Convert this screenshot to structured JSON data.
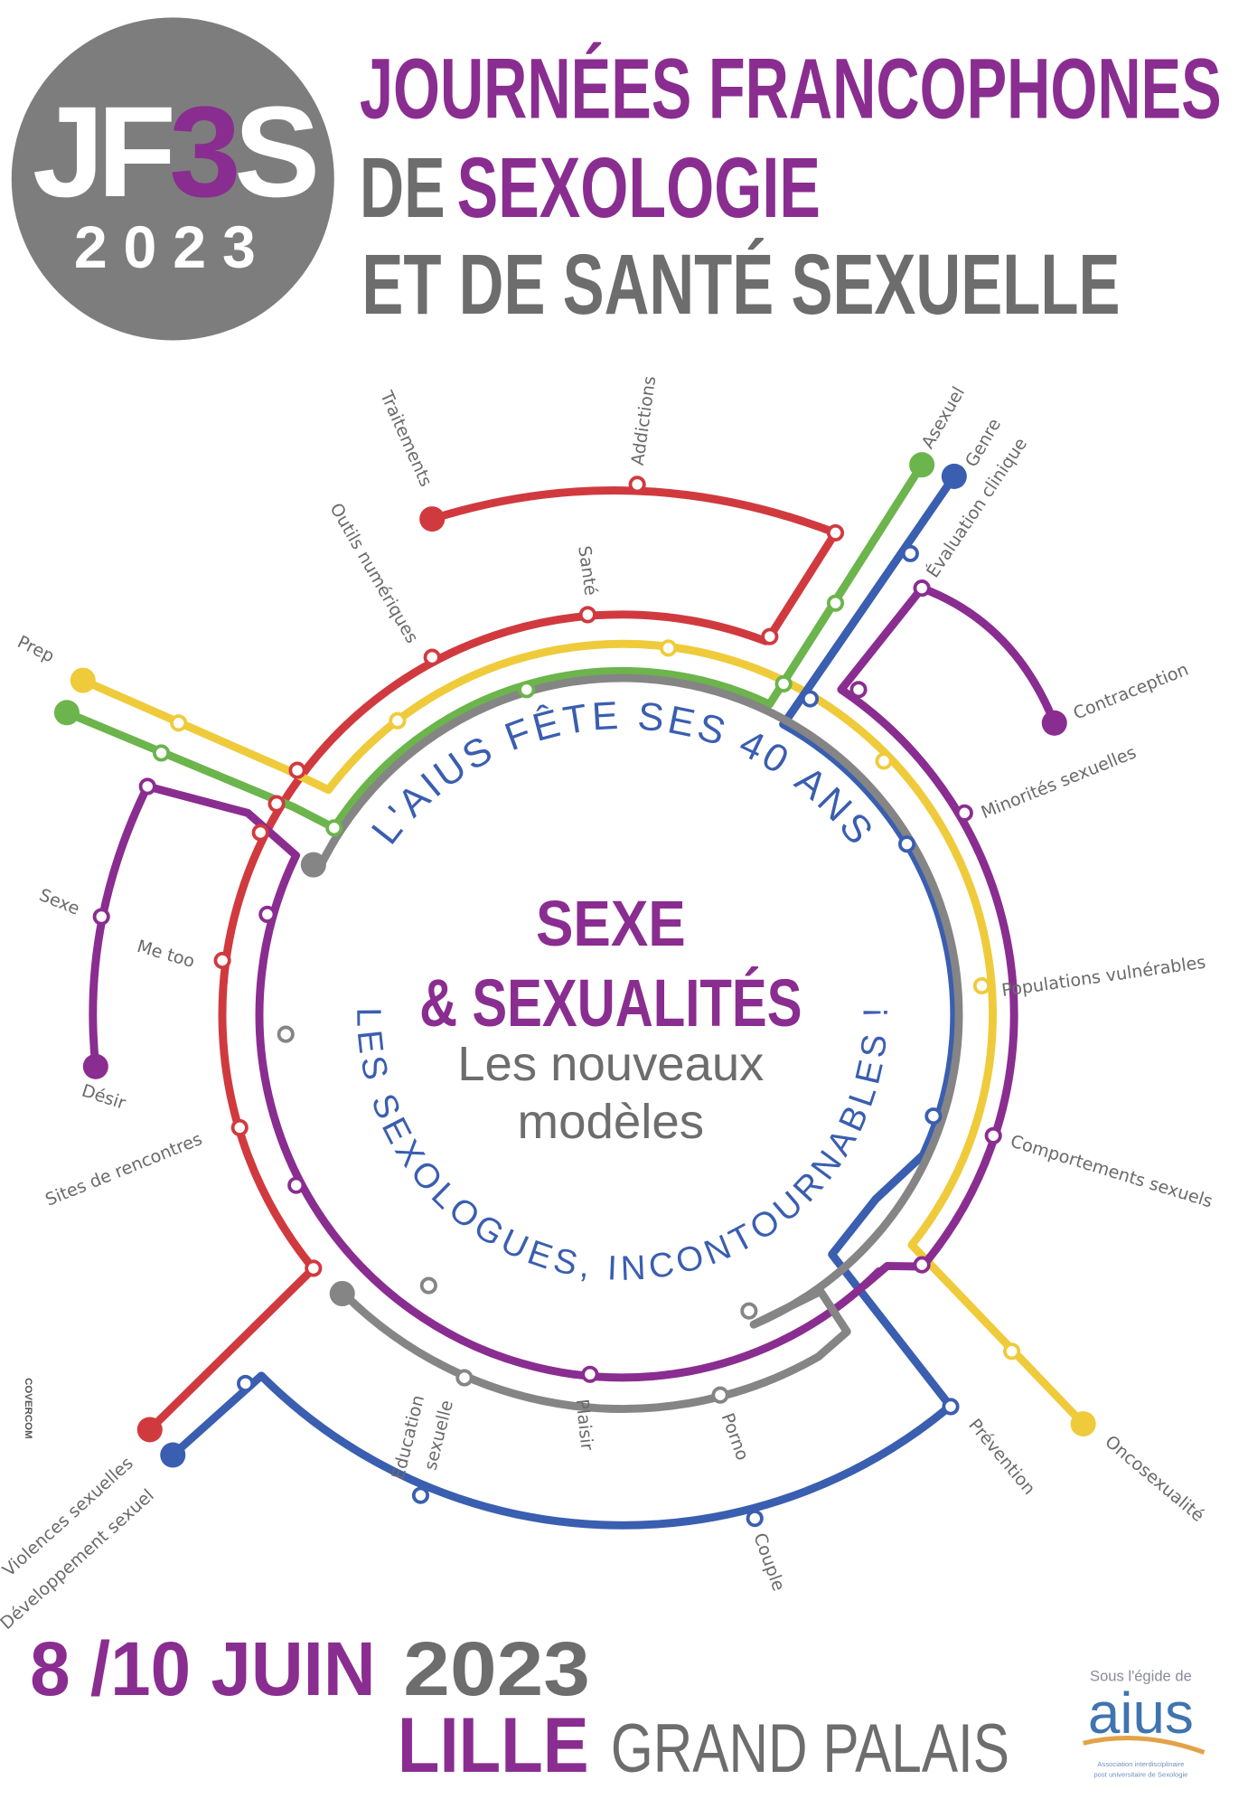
{
  "colors": {
    "red": "#d03a3f",
    "yellow": "#efcb3b",
    "green": "#6cb44c",
    "blue": "#3a5eb0",
    "purple": "#8a2d90",
    "gray": "#858585",
    "text_gray": "#6d6d6d"
  },
  "logo": {
    "letters_a": "JF",
    "letter_3": "3",
    "letters_b": "S",
    "year": "2023"
  },
  "header": {
    "line1": "JOURNÉES FRANCOPHONES",
    "line2_a": "DE",
    "line2_b": "SEXOLOGIE",
    "line3": "ET DE SANTÉ SEXUELLE"
  },
  "stations": {
    "traitements": "Traitements",
    "addictions": "Addictions",
    "asexuel": "Asexuel",
    "genre": "Genre",
    "evaluation": "Évaluation clinique",
    "outils": "Outils numériques",
    "sante": "Santé",
    "contraception": "Contraception",
    "prep": "Prep",
    "minorites": "Minorités sexuelles",
    "populations": "Populations vulnérables",
    "comportements": "Comportements sexuels",
    "sexe": "Sexe",
    "metoo": "Me too",
    "desir": "Désir",
    "sites": "Sites de rencontres",
    "education_1": "Éducation",
    "education_2": "sexuelle",
    "plaisir": "Plaisir",
    "porno": "Porno",
    "prevention": "Prévention",
    "oncosexualite": "Oncosexualité",
    "couple": "Couple",
    "violences": "Violences sexuelles",
    "developpement": "Développement sexuel"
  },
  "ring_text": {
    "top": "L'AIUS FÊTE SES 40 ANS",
    "bottom": "LES SEXOLOGUES, INCONTOURNABLES !"
  },
  "center": {
    "line1": "SEXE",
    "line2": "& SEXUALITÉS",
    "line3": "Les nouveaux",
    "line4": "modèles"
  },
  "footer": {
    "dates": "8 /10 JUIN",
    "year": "2023",
    "city": "LILLE",
    "venue": "GRAND PALAIS"
  },
  "credit": "COVERCOM",
  "aius": {
    "under": "Sous l'égide de",
    "name": "aius",
    "tagline_1": "Association interdisciplinaire",
    "tagline_2": "post universitaire de Sexologie"
  }
}
